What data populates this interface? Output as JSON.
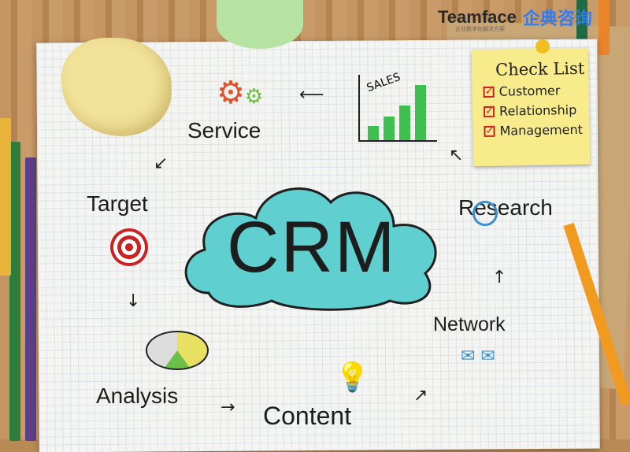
{
  "center": "CRM",
  "labels": {
    "service": "Service",
    "target": "Target",
    "analysis": "Analysis",
    "content": "Content",
    "network": "Network",
    "research": "Research",
    "sales": "SALES"
  },
  "checklist": {
    "title": "Check List",
    "items": [
      "Customer",
      "Relationship",
      "Management"
    ]
  },
  "logo": {
    "name": "Teamface",
    "chinese": "企典咨询",
    "tagline": "企业数字化解决方案"
  },
  "colors": {
    "cloud": "#5fcfcf",
    "logo_blue": "#2f7cf2",
    "note": "#f8eb8c",
    "paper": "#f4f4f2"
  }
}
